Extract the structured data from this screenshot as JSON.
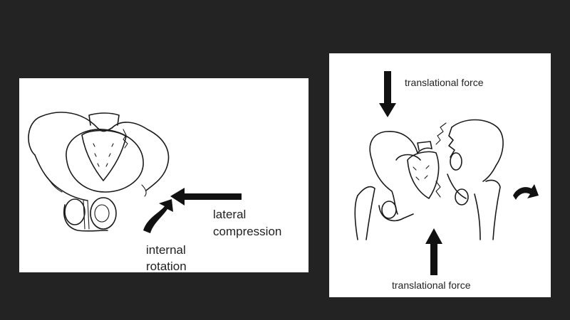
{
  "left_panel": {
    "label_compression_line1": "lateral",
    "label_compression_line2": "compression",
    "label_rotation_line1": "internal",
    "label_rotation_line2": "rotation"
  },
  "right_panel": {
    "label_top_force": "translational force",
    "label_bottom_force": "translational force"
  },
  "colors": {
    "background": "#232323",
    "panel": "#ffffff",
    "ink": "#111111"
  }
}
